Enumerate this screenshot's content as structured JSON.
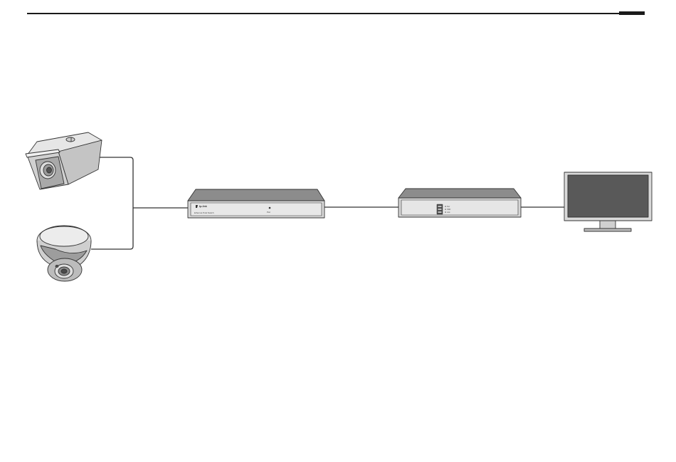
{
  "page": {
    "background": "#ffffff",
    "rule_color": "#1a1a1a"
  },
  "devices": {
    "bullet_camera": {
      "icon": "bullet-camera-icon"
    },
    "dome_camera": {
      "icon": "dome-camera-icon"
    },
    "poe_switch": {
      "icon": "poe-switch-icon",
      "brand_text": "tp-link",
      "model_text": "Ethernet PoE Switch",
      "power_text": "Pwr"
    },
    "nvr": {
      "icon": "nvr-icon",
      "status_labels": [
        "Pwr",
        "HDD",
        "Link"
      ]
    },
    "monitor": {
      "icon": "monitor-icon",
      "screen_color": "#595959"
    }
  },
  "colors": {
    "device_light": "#dcdcdc",
    "device_mid": "#b5b5b5",
    "device_dark": "#7a7a7a",
    "outline": "#333333",
    "cable": "#333333"
  }
}
